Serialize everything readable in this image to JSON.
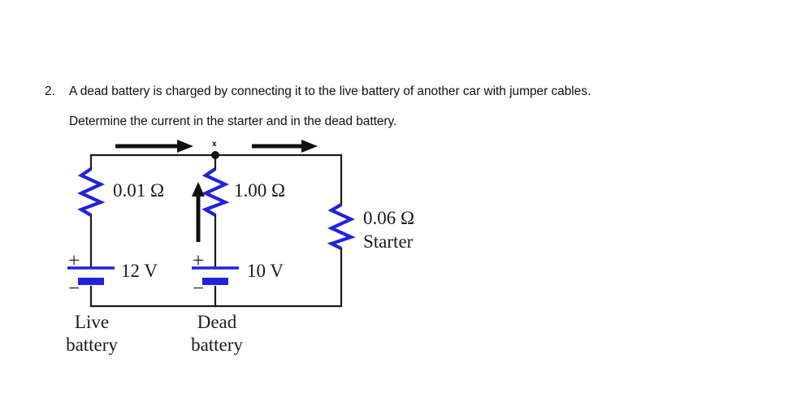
{
  "question": {
    "number": "2.",
    "line1": "A dead battery is charged by connecting it to the live battery of another car with jumper cables.",
    "line2": "Determine the current in the starter and in the dead battery."
  },
  "circuit": {
    "title": "jumper-cable circuit",
    "node_label": "x",
    "colors": {
      "wire": "#1a1a1a",
      "component": "#2222DD",
      "arrow": "#111111",
      "text": "#1a1a1a"
    },
    "resistors": [
      {
        "id": "live-internal",
        "label": "0.01 Ω",
        "value": 0.01,
        "unit": "Ω",
        "branch": "live-battery"
      },
      {
        "id": "dead-internal",
        "label": "1.00 Ω",
        "value": 1.0,
        "unit": "Ω",
        "branch": "dead-battery"
      },
      {
        "id": "starter",
        "label": "0.06 Ω",
        "value": 0.06,
        "unit": "Ω",
        "branch": "starter",
        "name": "Starter"
      }
    ],
    "starter_name": "Starter",
    "batteries": [
      {
        "id": "live-battery",
        "emf_label": "12 V",
        "emf": 12,
        "unit": "V",
        "name_line1": "Live",
        "name_line2": "battery",
        "plus_sign": "+",
        "minus_sign": "−"
      },
      {
        "id": "dead-battery",
        "emf_label": "10 V",
        "emf": 10,
        "unit": "V",
        "name_line1": "Dead",
        "name_line2": "battery",
        "plus_sign": "+",
        "minus_sign": "−"
      }
    ],
    "current_arrows": [
      {
        "id": "top-left-arrow",
        "direction": "right"
      },
      {
        "id": "top-right-arrow",
        "direction": "right"
      },
      {
        "id": "dead-branch-arrow",
        "direction": "up"
      }
    ]
  }
}
